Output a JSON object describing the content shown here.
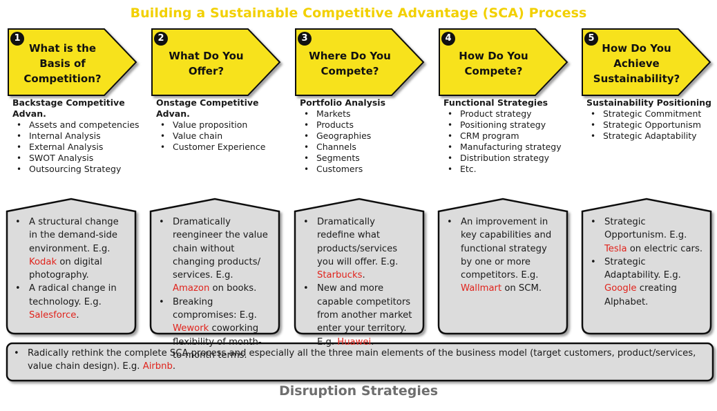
{
  "title": "Building a Sustainable Competitive Advantage (SCA) Process",
  "footer_title": "Disruption Strategies",
  "steps": [
    {
      "number": "1",
      "question": "What is the Basis of Competition?",
      "heading": "Backstage Competitive Advan.",
      "items": [
        "Assets and competencies",
        "Internal Analysis",
        "External Analysis",
        "SWOT Analysis",
        "Outsourcing Strategy"
      ]
    },
    {
      "number": "2",
      "question": "What Do You Offer?",
      "heading": "Onstage Competitive Advan.",
      "items": [
        "Value proposition",
        "Value chain",
        "Customer Experience"
      ]
    },
    {
      "number": "3",
      "question": "Where Do You Compete?",
      "heading": "Portfolio Analysis",
      "items": [
        "Markets",
        "Products",
        "Geographies",
        "Channels",
        "Segments",
        "Customers"
      ]
    },
    {
      "number": "4",
      "question": "How Do You Compete?",
      "heading": "Functional Strategies",
      "items": [
        "Product strategy",
        "Positioning strategy",
        "CRM program",
        "Manufacturing strategy",
        "Distribution strategy",
        "Etc."
      ]
    },
    {
      "number": "5",
      "question": "How Do You Achieve Sustainability?",
      "heading": "Sustainability Positioning",
      "items": [
        "Strategic Commitment",
        "Strategic Opportunism",
        "Strategic Adaptability"
      ]
    }
  ],
  "disruption_boxes": [
    {
      "bullets": [
        {
          "before": "A structural change in the demand-side environment. E.g. ",
          "highlight": "Kodak",
          "after": " on digital photography."
        },
        {
          "before": "A radical change in technology. E.g. ",
          "highlight": "Salesforce",
          "after": "."
        }
      ]
    },
    {
      "bullets": [
        {
          "before": "Dramatically reengineer the value chain without changing products/ services. E.g. ",
          "highlight": "Amazon",
          "after": " on books."
        },
        {
          "before": "Breaking compromises: E.g. ",
          "highlight": "Wework",
          "after": " coworking flexibility of month-to-month terms."
        }
      ]
    },
    {
      "bullets": [
        {
          "before": "Dramatically redefine what products/services you will offer. E.g. ",
          "highlight": "Starbucks",
          "after": "."
        },
        {
          "before": "New and more capable competitors from another market enter your territory. E.g. ",
          "highlight": "Huawei",
          "after": "."
        }
      ]
    },
    {
      "bullets": [
        {
          "before": "An improvement in key capabilities and functional strategy by one or more competitors. E.g. ",
          "highlight": "Wallmart",
          "after": " on SCM."
        }
      ]
    },
    {
      "bullets": [
        {
          "before": "Strategic Opportunism. E.g. ",
          "highlight": "Tesla",
          "after": " on electric cars."
        },
        {
          "before": "Strategic Adaptability. E.g. ",
          "highlight": "Google",
          "after": " creating Alphabet."
        }
      ]
    }
  ],
  "bottom_box": {
    "before": "Radically rethink the complete SCA process and especially all the three main elements of the business model (target customers, product/services, value chain design). E.g. ",
    "highlight": "Airbnb",
    "after": "."
  },
  "colors": {
    "arrow_fill": "#f7e21b",
    "title": "#f2d000",
    "box_fill": "#dcdcdc",
    "highlight": "#e0231c",
    "footer": "#6e6e6e"
  }
}
